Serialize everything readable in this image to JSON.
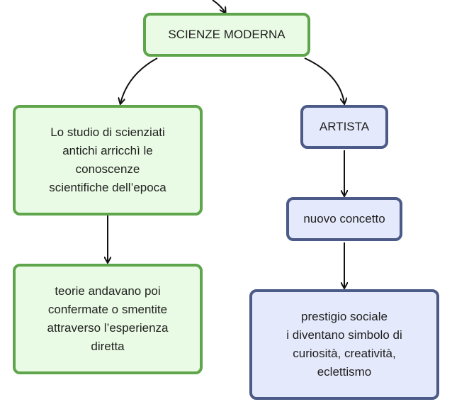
{
  "nodes": {
    "scienze_moderna": "SCIENZE MODERNA",
    "studio": "Lo studio di scienziati\nantichi arricchì le\nconoscenze\nscientifiche dell’epoca",
    "teorie": "teorie andavano poi\nconfermate o smentite\nattraverso l’esperienza\ndiretta",
    "artista": "ARTISTA",
    "nuovo_concetto": "nuovo concetto",
    "prestigio": "prestigio sociale\ni diventano simbolo di\ncuriosità, creatività,\neclettismo"
  },
  "colors": {
    "green_fill": "#e9fbe4",
    "green_border": "#5fa54b",
    "blue_fill": "#e4e9fb",
    "blue_border": "#4b5a86",
    "arrow": "#111111"
  }
}
